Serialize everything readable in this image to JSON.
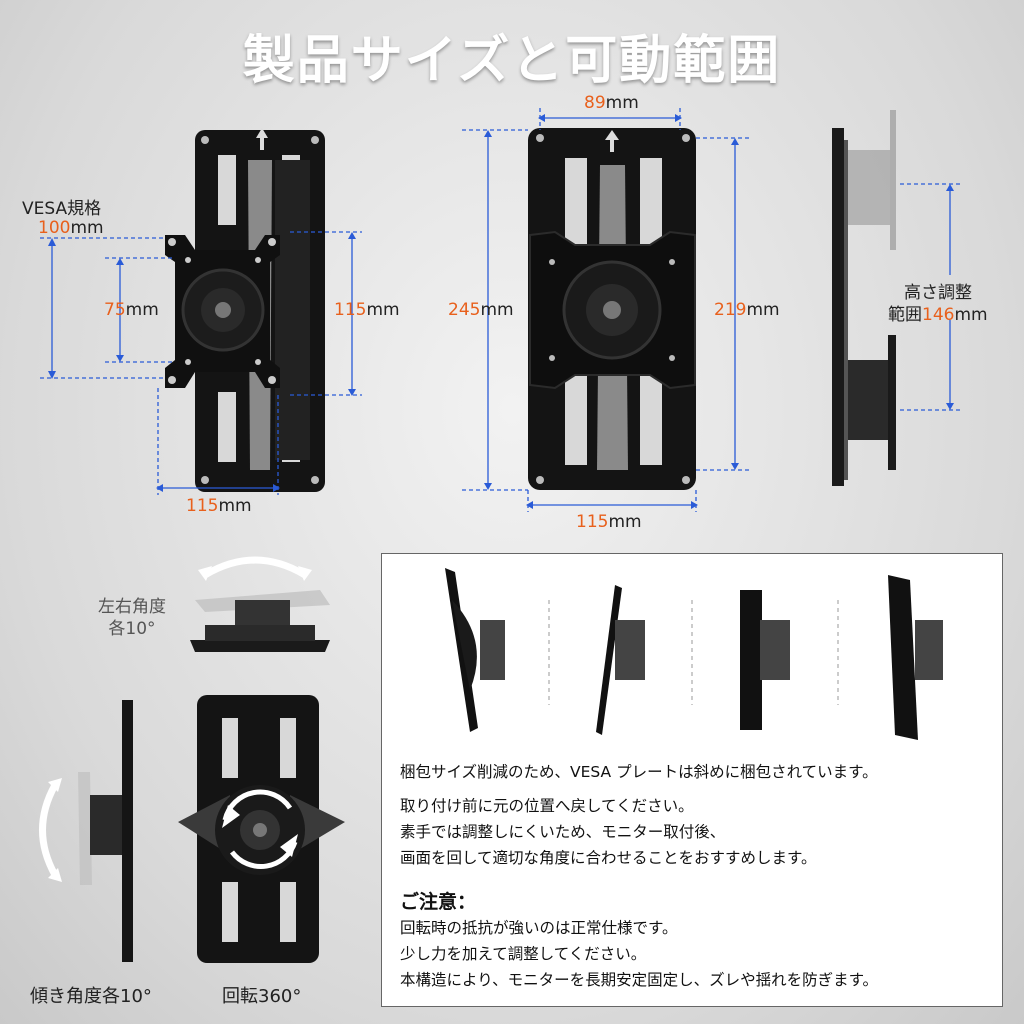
{
  "title": "製品サイズと可動範囲",
  "front_view": {
    "vesa_label": "VESA規格",
    "vesa_value": "100",
    "vesa_unit": "mm",
    "inner_vesa_value": "75",
    "inner_vesa_unit": "mm",
    "height_value": "115",
    "height_unit": "mm",
    "width_value": "115",
    "width_unit": "mm"
  },
  "plate_view": {
    "top_width_value": "89",
    "top_width_unit": "mm",
    "total_height_value": "245",
    "total_height_unit": "mm",
    "hole_span_value": "219",
    "hole_span_unit": "mm",
    "bottom_width_value": "115",
    "bottom_width_unit": "mm"
  },
  "side_view": {
    "label_line1": "高さ調整",
    "label_line2_prefix": "範囲",
    "value": "146",
    "unit": "mm"
  },
  "swivel": {
    "line1": "左右角度",
    "line2": "各10°"
  },
  "tilt_caption": "傾き角度各10°",
  "rotate_caption": "回転360°",
  "notes": {
    "line1": "梱包サイズ削減のため、VESA プレートは斜めに梱包されています。",
    "line2": "取り付け前に元の位置へ戻してください。",
    "line3": "素手では調整しにくいため、モニター取付後、",
    "line4": "画面を回して適切な角度に合わせることをおすすめします。",
    "heading": "ご注意：",
    "line5": "回転時の抵抗が強いのは正常仕様です。",
    "line6": "少し力を加えて調整してください。",
    "line7": "本構造により、モニターを長期安定固定し、ズレや揺れを防ぎます。"
  },
  "colors": {
    "accent": "#e8601c",
    "dim_line": "#2a5bd7",
    "plate": "#141414"
  }
}
